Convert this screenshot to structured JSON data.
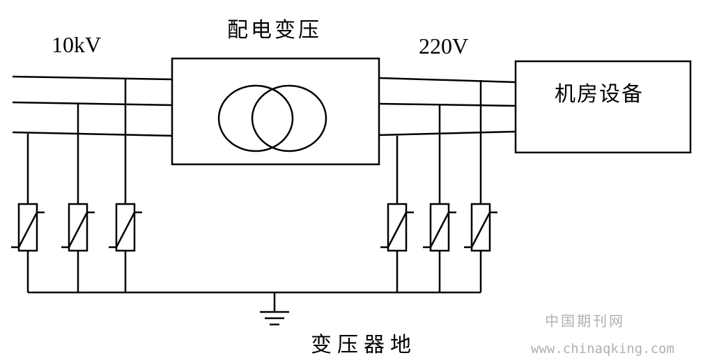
{
  "labels": {
    "input_voltage": "10kV",
    "output_voltage": "220V",
    "transformer": "配电变压",
    "equipment": "机房设备",
    "ground": "变压器地"
  },
  "watermark": {
    "site_name": "中国期刊网",
    "url": "www.chinaqking.com"
  },
  "colors": {
    "line": "#000000",
    "watermark": "#b0b0b0"
  }
}
